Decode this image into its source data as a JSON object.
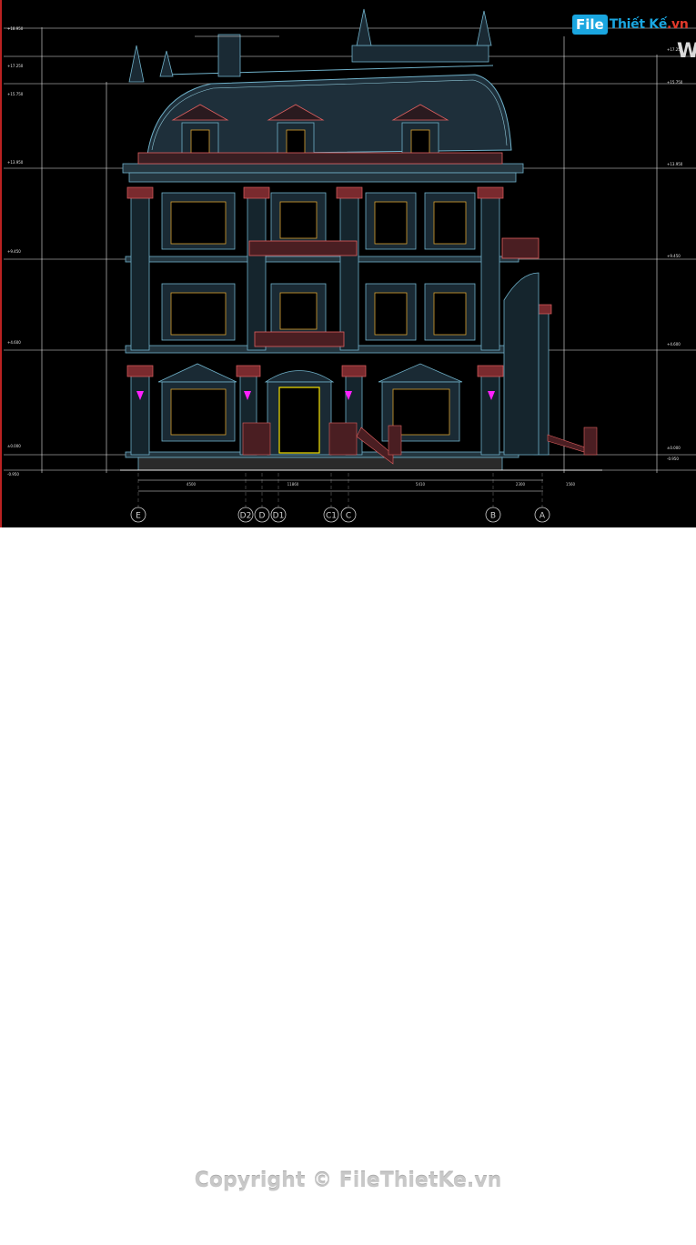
{
  "watermark": {
    "logo_file": "File",
    "logo_rest": "Thiết Kế",
    "logo_vn": ".vn",
    "partial_letter": "W",
    "copyright": "Copyright © FileThietKe.vn"
  },
  "grid_axes": [
    "E",
    "D2",
    "D",
    "D1",
    "C1",
    "C",
    "B",
    "A"
  ],
  "levels_left": [
    "+18.950",
    "+17.250",
    "+15.750",
    "+13.950",
    "+9.450",
    "+4.600",
    "±0.000",
    "-0.950"
  ],
  "levels_right": [
    "+17.250",
    "+15.750",
    "+13.950",
    "+9.450",
    "+4.600",
    "±0.000",
    "-0.950"
  ],
  "dimensions_bottom": [
    "4500",
    "11860",
    "5410",
    "2300",
    "1560"
  ],
  "colors": {
    "background": "#000000",
    "linework": "#6fb0c8",
    "ornament": "#e06060",
    "accent": "#ff20ff",
    "door": "#f5e100",
    "window": "#d9a030"
  }
}
